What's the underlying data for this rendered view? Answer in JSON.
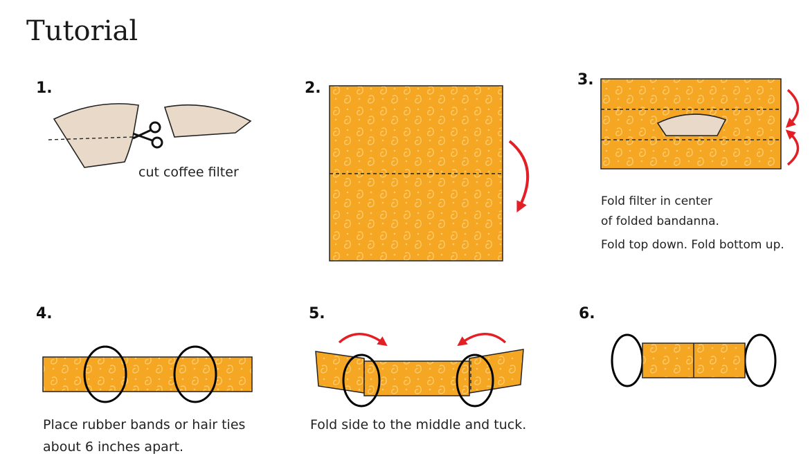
{
  "title": "Tutorial",
  "colors": {
    "fabric": "#F5A623",
    "paisley": "#FCCB6E",
    "filter": "#E9D9C8",
    "arrow": "#E31E24",
    "outline": "#222222"
  },
  "steps": [
    {
      "number": "1.",
      "caption": [
        "cut coffee filter"
      ]
    },
    {
      "number": "2.",
      "caption": []
    },
    {
      "number": "3.",
      "caption": [
        "Fold filter in center",
        "of folded bandanna.",
        "Fold top down. Fold bottom up."
      ]
    },
    {
      "number": "4.",
      "caption": [
        "Place rubber bands or hair ties",
        "about 6 inches apart."
      ]
    },
    {
      "number": "5.",
      "caption": [
        "Fold side to the middle and tuck."
      ]
    },
    {
      "number": "6.",
      "caption": []
    }
  ]
}
